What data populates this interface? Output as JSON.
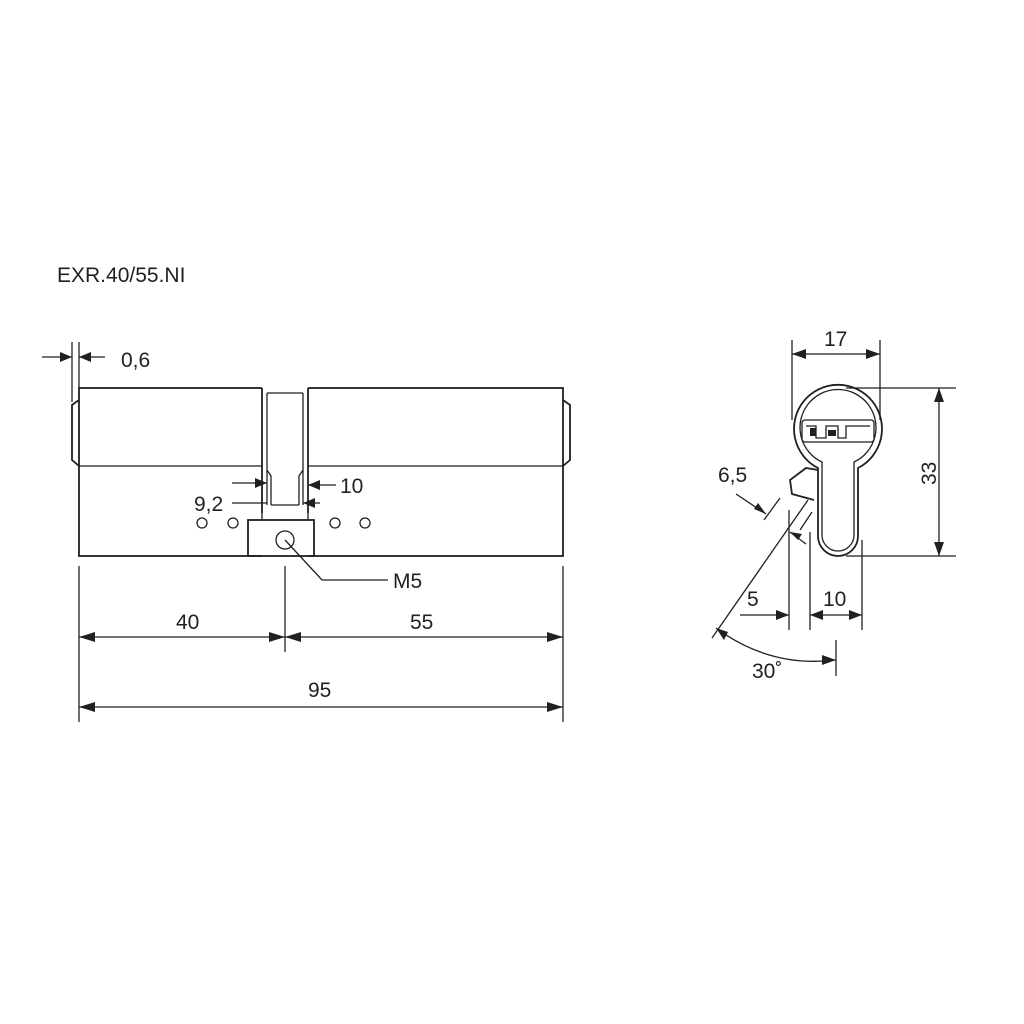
{
  "title": "EXR.40/55.NI",
  "side_view": {
    "dim_tip": "0,6",
    "dim_slot_outer": "10",
    "dim_slot_inner": "9,2",
    "screw_label": "M5",
    "dim_left": "40",
    "dim_right": "55",
    "dim_total": "95"
  },
  "front_view": {
    "dim_width": "17",
    "dim_height": "33",
    "dim_cam_offset": "6,5",
    "dim_cam_left": "5",
    "dim_cam_right": "10",
    "dim_angle": "30˚"
  }
}
